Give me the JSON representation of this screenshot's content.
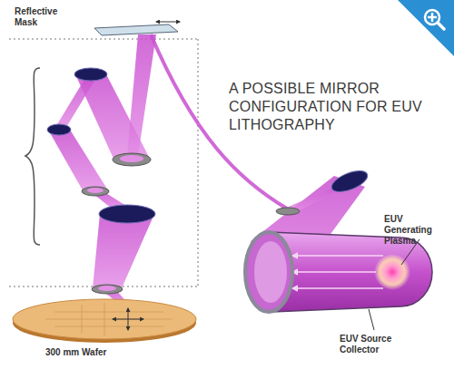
{
  "diagram": {
    "title": "A POSSIBLE MIRROR CONFIGURATION FOR EUV LITHOGRAPHY",
    "labels": [
      "Reflective Mask",
      "300 mm Wafer",
      "EUV Generating Plasma",
      "EUV Source Collector"
    ]
  }
}
